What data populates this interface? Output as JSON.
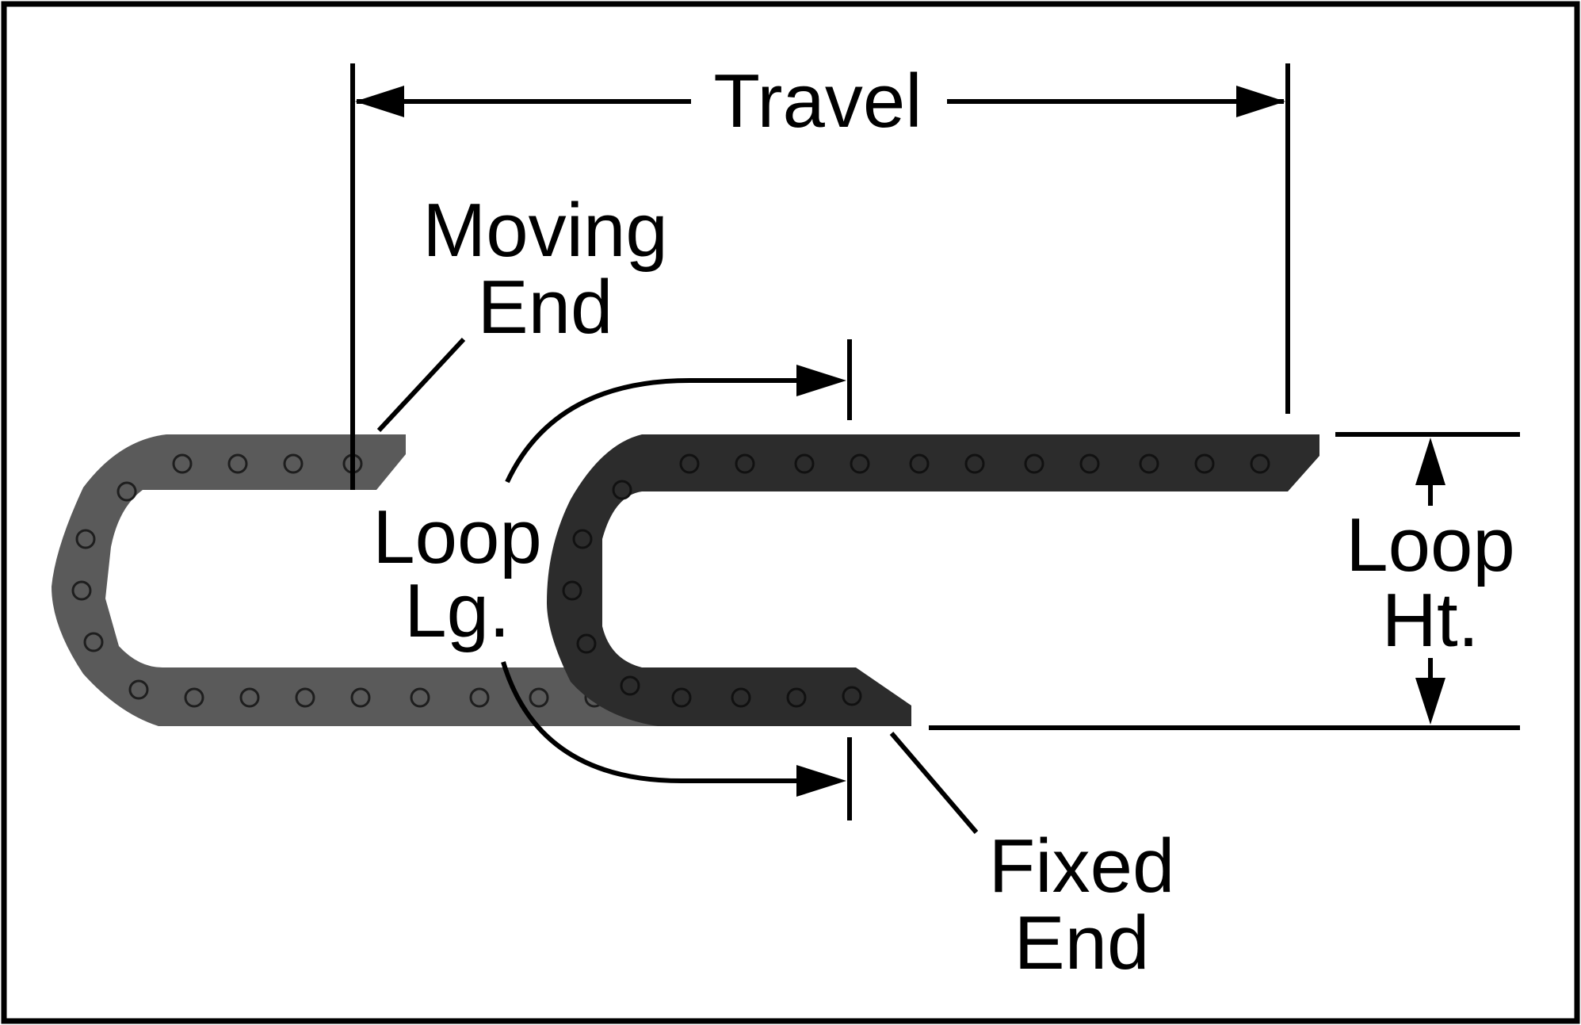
{
  "labels": {
    "travel": "Travel",
    "moving_end": [
      "Moving",
      "End"
    ],
    "loop_length": [
      "Loop",
      "Lg."
    ],
    "loop_height": [
      "Loop",
      "Ht."
    ],
    "fixed_end": [
      "Fixed",
      "End"
    ]
  },
  "colors": {
    "frame": "#000000",
    "moving_chain": "#5a5a5a",
    "fixed_chain": "#2c2c2c",
    "link_circle": "#1e1e1e",
    "dimension_line": "#000000",
    "background": "#ffffff"
  }
}
